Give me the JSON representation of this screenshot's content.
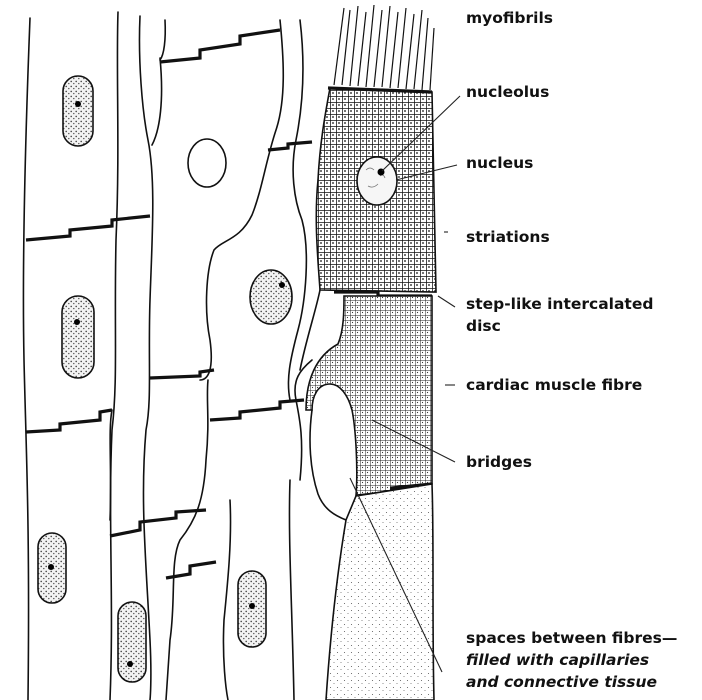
{
  "labels": {
    "myofibrils": "myofibrils",
    "nucleolus": "nucleolus",
    "nucleus": "nucleus",
    "striations": "striations",
    "disc_line1": "step-like intercalated",
    "disc_line2": "disc",
    "fibre": "cardiac muscle fibre",
    "bridges": "bridges",
    "spaces_line1": "spaces between fibres—",
    "spaces_line2": "filled with capillaries",
    "spaces_line3": "and connective tissue"
  }
}
